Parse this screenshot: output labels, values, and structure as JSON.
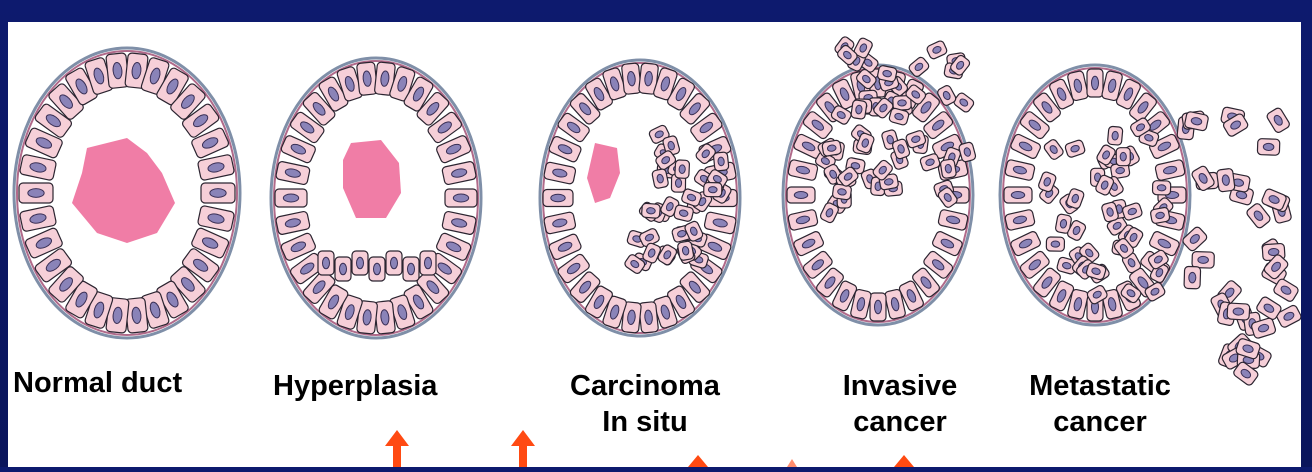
{
  "stages": [
    {
      "label_lines": [
        "Normal duct"
      ]
    },
    {
      "label_lines": [
        "Hyperplasia"
      ]
    },
    {
      "label_lines": [
        "Carcinoma",
        "In situ"
      ]
    },
    {
      "label_lines": [
        "Invasive",
        "cancer"
      ]
    },
    {
      "label_lines": [
        "Metastatic",
        "cancer"
      ]
    }
  ],
  "colors": {
    "background": "#0b1763",
    "duct_wall": "#7f8fa8",
    "cell_fill": "#f6cfd8",
    "cell_outline": "#2b2430",
    "nucleus": "#8a83b8",
    "lumen_secretion": "#f07da6",
    "arrow": "#ff4a12"
  }
}
